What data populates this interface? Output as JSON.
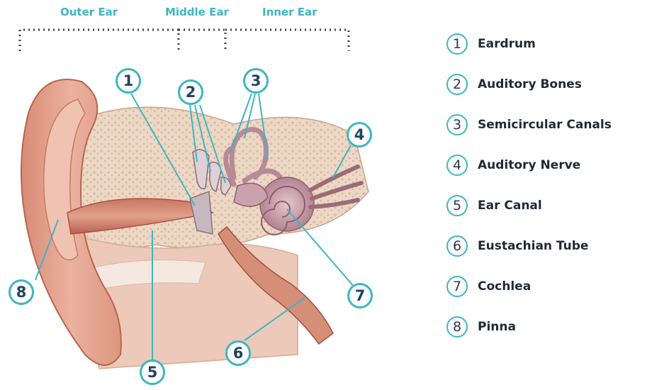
{
  "regions": [
    "Outer Ear",
    "Middle Ear",
    "Inner Ear"
  ],
  "legend": [
    {
      "num": "1",
      "label": "Eardrum"
    },
    {
      "num": "2",
      "label": "Auditory Bones"
    },
    {
      "num": "3",
      "label": "Semicircular Canals"
    },
    {
      "num": "4",
      "label": "Auditory Nerve"
    },
    {
      "num": "5",
      "label": "Ear Canal"
    },
    {
      "num": "6",
      "label": "Eustachian Tube"
    },
    {
      "num": "7",
      "label": "Cochlea"
    },
    {
      "num": "8",
      "label": "Pinna"
    }
  ],
  "colors": {
    "accent": "#3fb5c3",
    "skin": "#e1a08c",
    "skin_dark": "#c7745e",
    "bone": "#ead6c0",
    "canal": "#b66656",
    "inner_ear": "#c89aa6",
    "text": "#1e2a36"
  }
}
